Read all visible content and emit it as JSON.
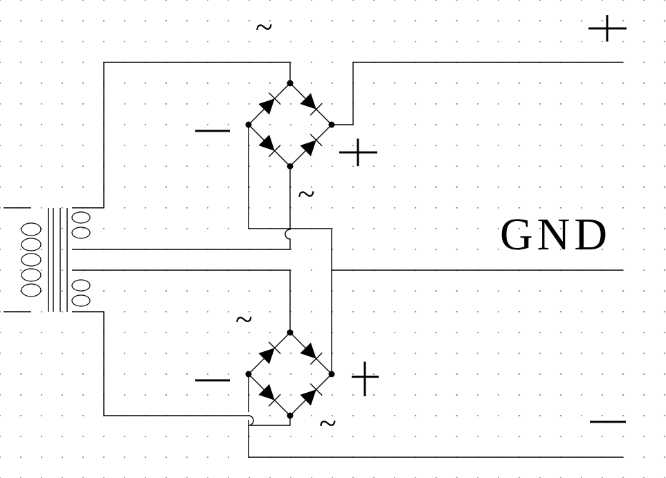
{
  "labels": {
    "gnd": "GND",
    "tilde": "~"
  },
  "colors": {
    "line": "#000000",
    "background": "#ffffff",
    "grid_dot": "#8a8a8a"
  },
  "components": [
    {
      "type": "transformer",
      "primary": 1,
      "secondary_windings": 2
    },
    {
      "type": "bridge-rectifier",
      "count": 2
    }
  ]
}
